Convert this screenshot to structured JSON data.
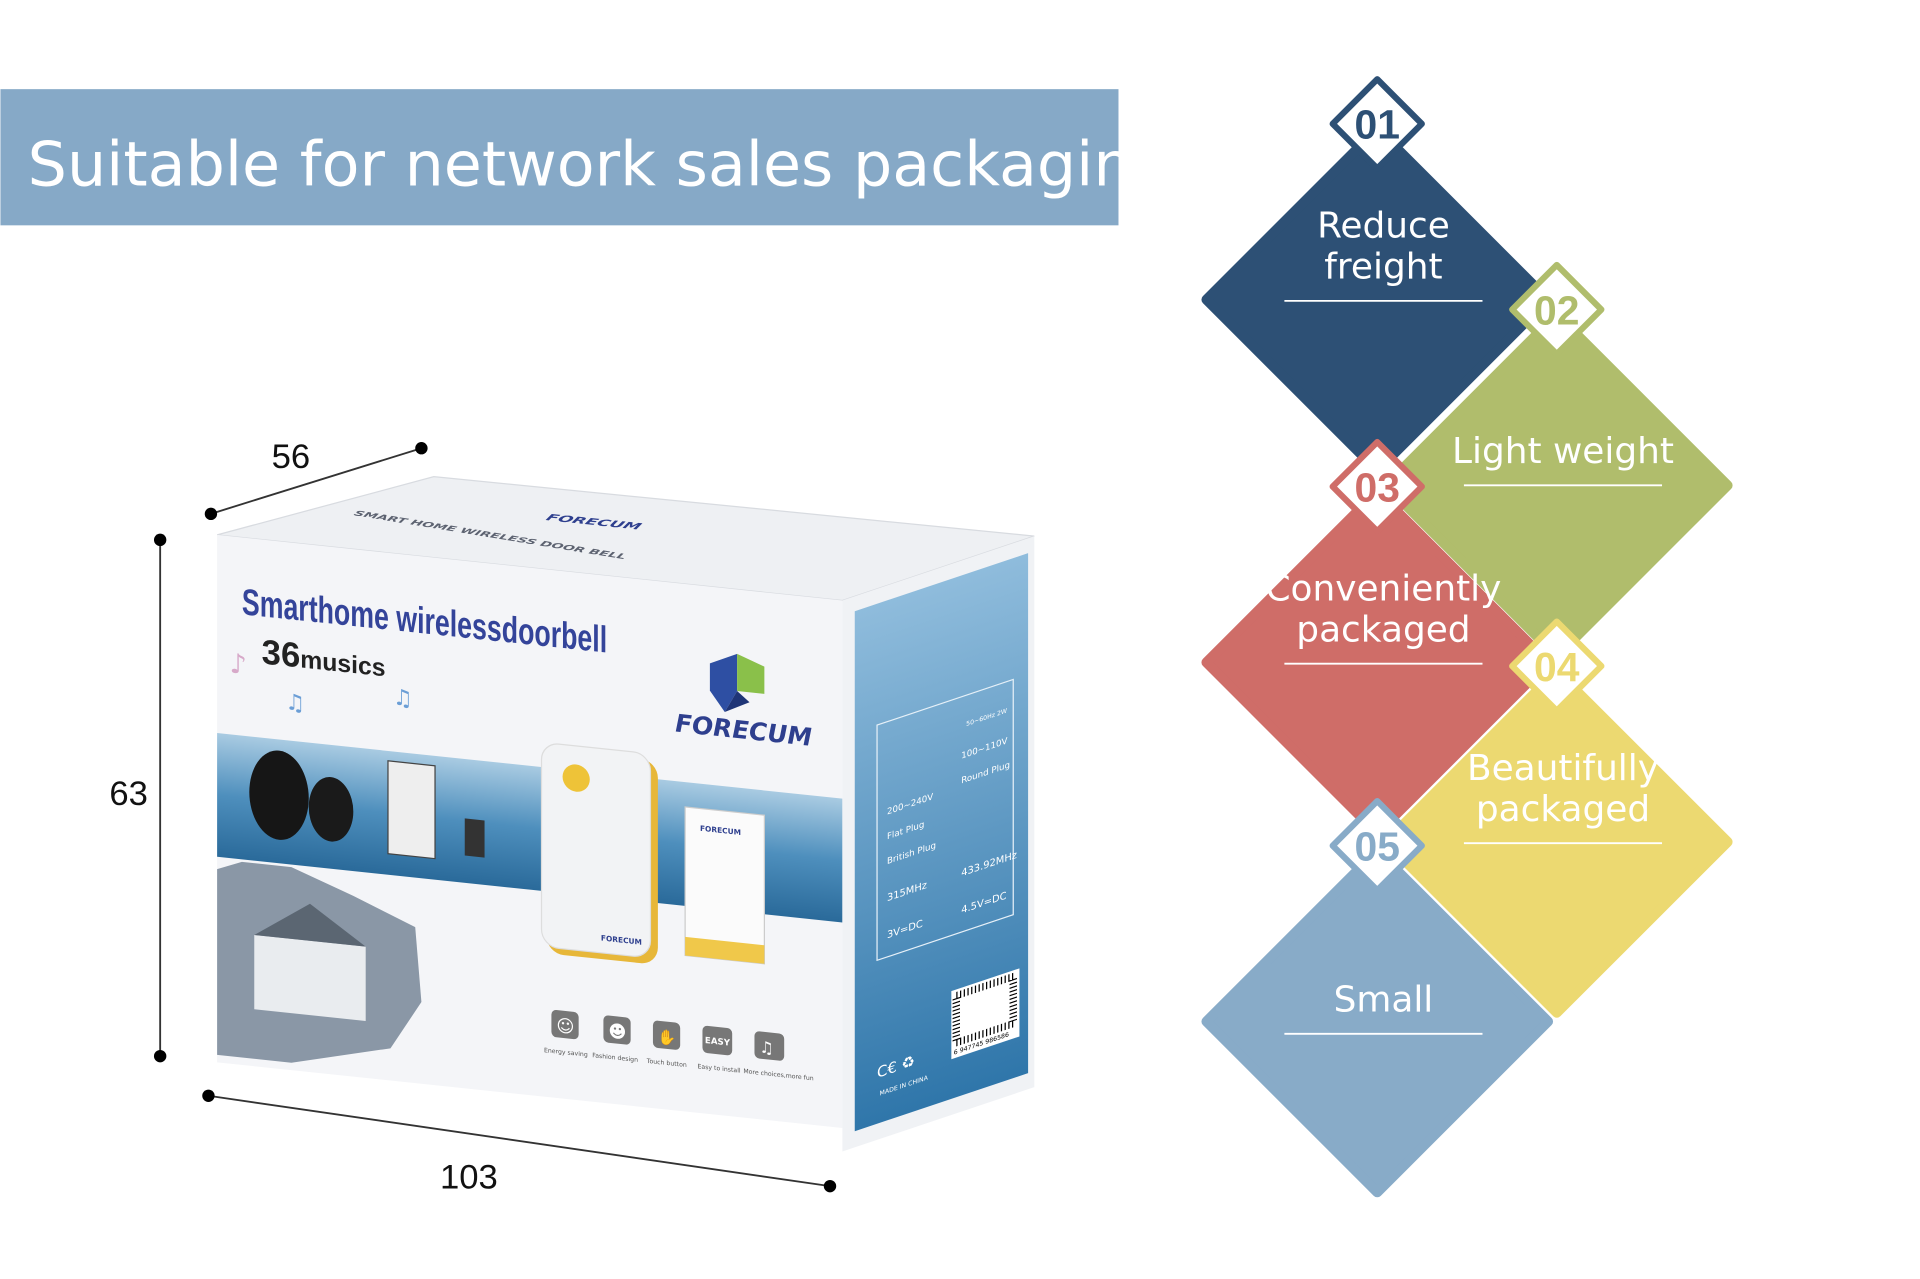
{
  "banner": {
    "title": "Suitable for network sales packaging",
    "color": "#86a9c7"
  },
  "dimensions": {
    "depth": "56",
    "height": "63",
    "width": "103"
  },
  "box": {
    "top_text": "SMART HOME WIRELESS DOOR BELL",
    "top_brand": "FORECUM",
    "title": "Smarthome wirelessdoorbell",
    "subtitle_number": "36",
    "subtitle_word": "musics",
    "brand": "FORECUM",
    "device_brand": "FORECUM",
    "features": [
      {
        "icon": "smiley-sun-icon",
        "label": "Energy saving"
      },
      {
        "icon": "smiley-icon",
        "label": "Fashion design"
      },
      {
        "icon": "touch-icon",
        "label": "Touch button",
        "glyph": ""
      },
      {
        "icon": "easy-icon",
        "label": "Easy to install",
        "glyph": "EASY"
      },
      {
        "icon": "music-note-icon",
        "label": "More choices,more fun"
      }
    ],
    "side": {
      "power": "50~60Hz 2W",
      "options_left": [
        "200~240V",
        "Flat Plug",
        "British Plug"
      ],
      "options_right": [
        "100~110V",
        "Round Plug"
      ],
      "freq": [
        "315MHz",
        "433.92MHz"
      ],
      "voltage": [
        "3V=DC",
        "4.5V=DC"
      ],
      "made_in": "MADE IN CHINA",
      "barcode": "6 947745 986586"
    }
  },
  "features": [
    {
      "num": "01",
      "label_lines": [
        "Reduce",
        "freight"
      ],
      "color": "#2d5075"
    },
    {
      "num": "02",
      "label_lines": [
        "Light weight"
      ],
      "color": "#b0bd6c"
    },
    {
      "num": "03",
      "label_lines": [
        "Conveniently",
        "packaged"
      ],
      "color": "#cf6d68"
    },
    {
      "num": "04",
      "label_lines": [
        "Beautifully",
        "packaged"
      ],
      "color": "#ecd971"
    },
    {
      "num": "05",
      "label_lines": [
        "Small"
      ],
      "color": "#88abc8"
    }
  ]
}
